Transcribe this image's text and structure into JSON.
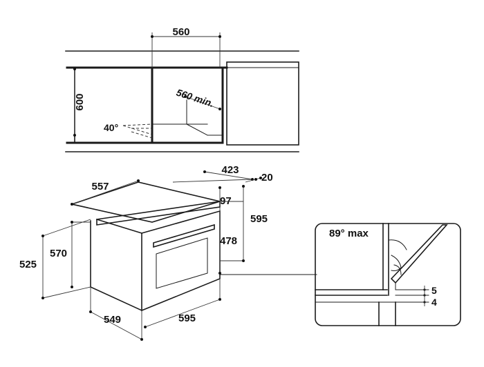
{
  "top_view": {
    "width_label": "560",
    "height_label": "600",
    "depth_label": "560 min.",
    "angle_label": "40°"
  },
  "oven_view": {
    "dim_557": "557",
    "dim_423": "423",
    "dim_20": "20",
    "dim_97": "97",
    "dim_595_h": "595",
    "dim_478": "478",
    "dim_570": "570",
    "dim_525": "525",
    "dim_549": "549",
    "dim_595_w": "595"
  },
  "detail_view": {
    "angle_label": "89° max",
    "gap_5": "5",
    "gap_4": "4"
  }
}
